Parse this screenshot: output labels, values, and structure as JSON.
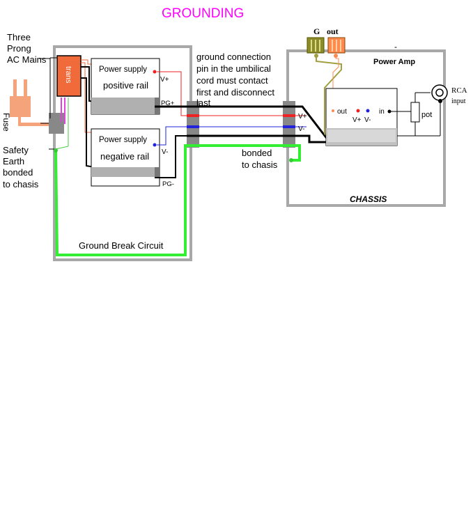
{
  "title": "GROUNDING",
  "labels": {
    "ac_mains": [
      "Three",
      "Prong",
      "AC Mains"
    ],
    "fuse": "Fuse",
    "safety_earth": [
      "Safety",
      "Earth",
      "bonded",
      "to chasis"
    ],
    "trans": "trans",
    "ps_positive_top": "Power supply",
    "ps_positive_bottom": "positive rail",
    "ps_negative_top": "Power supply",
    "ps_negative_bottom": "negative rail",
    "v_plus": "V+",
    "v_minus": "V-",
    "pg_plus": "PG+",
    "pg_minus": "PG-",
    "ground_note": [
      "ground connection",
      "pin in the umbilical",
      "cord must contact",
      "first and disconnect",
      "last"
    ],
    "bonded_chasis": [
      "bonded",
      "to chasis"
    ],
    "ground_break": "Ground Break Circuit",
    "g_label": "G",
    "out_label": "out",
    "power_amp": "Power Amp",
    "amp_out": "out",
    "amp_in": "in",
    "amp_vplus": "V+",
    "amp_vminus": "V-",
    "amp_v_plus_side": "V+",
    "amp_v_minus_side": "V-",
    "pot": "pot",
    "rca": [
      "RCA",
      "input"
    ],
    "chassis": "CHASSIS",
    "amp_dash": "-"
  },
  "colors": {
    "title": "#ff00ff",
    "frame": "#a8a8a8",
    "ground_wire": "#33ee33",
    "positive": "#ee2222",
    "negative": "#2222dd",
    "transformer": "#f06a3a",
    "plug": "#f5a37a",
    "g_terminal": "#8c8c2a",
    "out_terminal": "#ff8a50",
    "earth_lead": "#a0a040"
  }
}
